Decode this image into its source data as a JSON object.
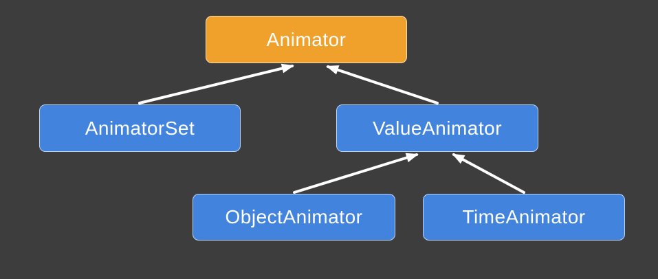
{
  "diagram": {
    "type": "class-hierarchy",
    "colors": {
      "background": "#3d3d3d",
      "root_node_fill": "#f0a12b",
      "node_fill": "#4283dd",
      "node_border": "rgba(255,255,255,0.65)",
      "text": "#ffffff",
      "arrow": "#ffffff"
    },
    "nodes": [
      {
        "id": "animator",
        "label": "Animator",
        "role": "root"
      },
      {
        "id": "animatorset",
        "label": "AnimatorSet",
        "role": "subclass"
      },
      {
        "id": "valueanimator",
        "label": "ValueAnimator",
        "role": "subclass"
      },
      {
        "id": "objectanimator",
        "label": "ObjectAnimator",
        "role": "subclass"
      },
      {
        "id": "timeanimator",
        "label": "TimeAnimator",
        "role": "subclass"
      }
    ],
    "edges": [
      {
        "from": "AnimatorSet",
        "to": "Animator"
      },
      {
        "from": "ValueAnimator",
        "to": "Animator"
      },
      {
        "from": "ObjectAnimator",
        "to": "ValueAnimator"
      },
      {
        "from": "TimeAnimator",
        "to": "ValueAnimator"
      }
    ]
  }
}
